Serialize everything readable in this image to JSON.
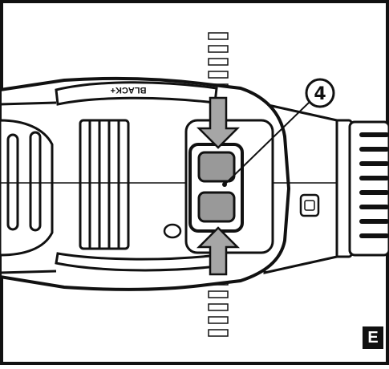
{
  "figure": {
    "label": "E",
    "callouts": [
      {
        "number": "4",
        "target": "release-buttons"
      }
    ],
    "brand_text": "BLACK+",
    "colors": {
      "outline": "#111111",
      "body": "#ffffff",
      "arrow_fill": "#a6a6a6",
      "button_fill": "#999999"
    }
  }
}
